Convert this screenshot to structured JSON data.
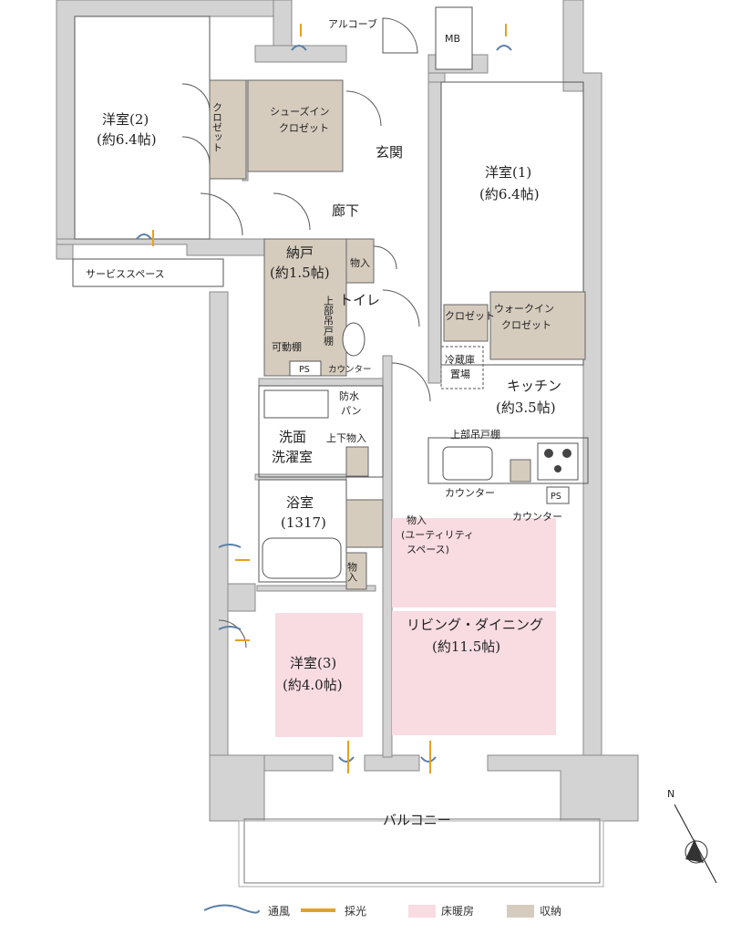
{
  "rooms": {
    "western2": {
      "name": "洋室(2)",
      "size": "(約6.4帖)"
    },
    "western1": {
      "name": "洋室(1)",
      "size": "(約6.4帖)"
    },
    "western3": {
      "name": "洋室(3)",
      "size": "(約4.0帖)"
    },
    "storeroom": {
      "name": "納戸",
      "size": "(約1.5帖)"
    },
    "kitchen": {
      "name": "キッチン",
      "size": "(約3.5帖)"
    },
    "living": {
      "name": "リビング・ダイニング",
      "size": "(約11.5帖)"
    },
    "bath": {
      "name": "浴室",
      "size": "(1317)"
    },
    "washroom": {
      "name1": "洗面",
      "name2": "洗濯室"
    }
  },
  "labels": {
    "alcove": "アルコーブ",
    "mb": "MB",
    "shoes_closet_1": "シューズイン",
    "shoes_closet_2": "クロゼット",
    "entrance": "玄関",
    "hallway": "廊下",
    "service_space": "サービススペース",
    "closet_vertical": "クロゼット",
    "mono_iri": "物入",
    "toilet": "トイレ",
    "upper_cabinet_vertical": "上部吊戸棚",
    "movable_shelf": "可動棚",
    "ps": "PS",
    "counter": "カウンター",
    "waterproof_pan_1": "防水",
    "waterproof_pan_2": "パン",
    "upper_lower_storage": "上下物入",
    "closet_small": "クロゼット",
    "walk_in_1": "ウォークイン",
    "walk_in_2": "クロゼット",
    "fridge_1": "冷蔵庫",
    "fridge_2": "置場",
    "upper_cabinet": "上部吊戸棚",
    "kitchen_counter": "カウンター",
    "counter_right": "カウンター",
    "utility_1": "物入",
    "utility_2": "(ユーティリティ",
    "utility_3": "スペース)",
    "mono_iri_2": "物入",
    "balcony": "バルコニー",
    "north": "N"
  },
  "legend": {
    "ventilation": "通風",
    "daylight": "採光",
    "floor_heating": "床暖房",
    "storage": "収納"
  },
  "colors": {
    "wall": "#d3d3d3",
    "storage": "#d6ccbe",
    "floor_heating": "#f9dbe2",
    "ventilation": "#5a7fa8",
    "daylight": "#e8a020"
  }
}
